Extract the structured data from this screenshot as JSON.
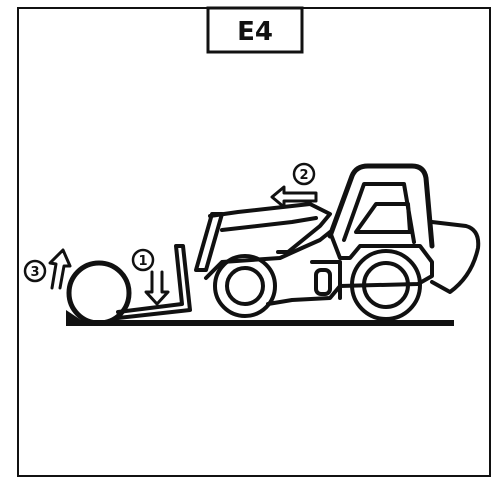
{
  "panel": {
    "label": "E4"
  },
  "steps": [
    {
      "number": "1"
    },
    {
      "number": "2"
    },
    {
      "number": "3"
    }
  ],
  "colors": {
    "line": "#111111",
    "background": "#ffffff"
  }
}
